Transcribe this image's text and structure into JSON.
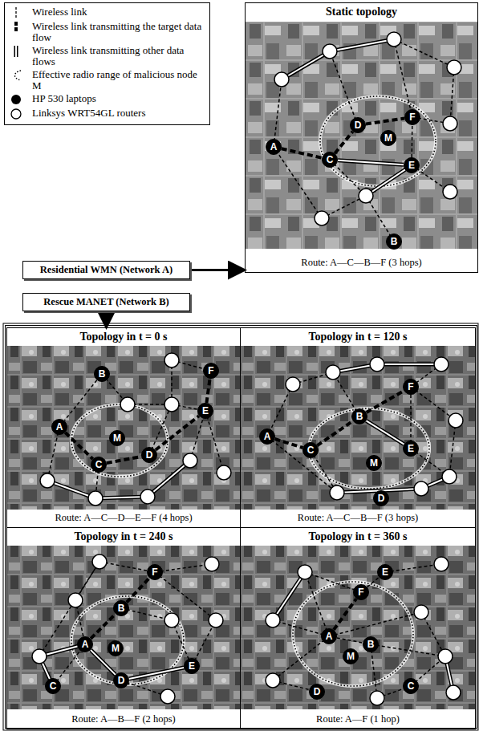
{
  "diagram": {
    "nodes": [
      {
        "text": [
          "Residential WMN (Network A)"
        ]
      },
      {
        "text": [
          "Rescue MANET (Network B)"
        ]
      },
      {
        "text": [
          "Static topology",
          "Route: A—C—B—F (3 hops)"
        ]
      },
      {
        "text": [
          "A"
        ],
        "in": 2
      },
      {
        "text": [
          "C"
        ],
        "in": 2
      },
      {
        "text": [
          "D"
        ],
        "in": 2
      },
      {
        "text": [
          "F"
        ],
        "in": 2
      },
      {
        "text": [
          "M"
        ],
        "in": 2
      },
      {
        "text": [
          "E"
        ],
        "in": 2
      },
      {
        "text": [
          "B"
        ],
        "in": 2
      },
      {
        "text": [
          "Topology in t = 0 s",
          "Route: A—C—D—E—F (4 hops)"
        ]
      },
      {
        "text": [
          "B"
        ],
        "in": 10
      },
      {
        "text": [
          "A"
        ],
        "in": 10
      },
      {
        "text": [
          "M"
        ],
        "in": 10
      },
      {
        "text": [
          "C"
        ],
        "in": 10
      },
      {
        "text": [
          "D"
        ],
        "in": 10
      },
      {
        "text": [
          "E"
        ],
        "in": 10
      },
      {
        "text": [
          "F"
        ],
        "in": 10
      },
      {
        "text": [
          "Topology in t = 120 s",
          "Route: A—C—B—F (3 hops)"
        ]
      },
      {
        "text": [
          "A"
        ],
        "in": 18
      },
      {
        "text": [
          "C"
        ],
        "in": 18
      },
      {
        "text": [
          "B"
        ],
        "in": 18
      },
      {
        "text": [
          "F"
        ],
        "in": 18
      },
      {
        "text": [
          "M"
        ],
        "in": 18
      },
      {
        "text": [
          "E"
        ],
        "in": 18
      },
      {
        "text": [
          "D"
        ],
        "in": 18
      },
      {
        "text": [
          "Topology in t = 240 s",
          "Route: A—B—F (2 hops)"
        ]
      },
      {
        "text": [
          "F"
        ],
        "in": 26
      },
      {
        "text": [
          "B"
        ],
        "in": 26
      },
      {
        "text": [
          "A"
        ],
        "in": 26
      },
      {
        "text": [
          "M"
        ],
        "in": 26
      },
      {
        "text": [
          "E"
        ],
        "in": 26
      },
      {
        "text": [
          "D"
        ],
        "in": 26
      },
      {
        "text": [
          "C"
        ],
        "in": 26
      },
      {
        "text": [
          "Topology in t = 360 s",
          "Route: A—F (1 hop)"
        ]
      },
      {
        "text": [
          "E"
        ],
        "in": 34
      },
      {
        "text": [
          "F"
        ],
        "in": 34
      },
      {
        "text": [
          "A"
        ],
        "in": 34
      },
      {
        "text": [
          "B"
        ],
        "in": 34
      },
      {
        "text": [
          "M"
        ],
        "in": 34
      },
      {
        "text": [
          "D"
        ],
        "in": 34
      },
      {
        "text": [
          "C"
        ],
        "in": 34
      }
    ],
    "edges": [
      {
        "from": 0,
        "to": 2,
        "arrow": "to"
      },
      {
        "from": 1,
        "to": 10,
        "arrow": "to"
      },
      {
        "from": 3,
        "to": 4,
        "arrow": "none"
      },
      {
        "from": 4,
        "to": 5,
        "arrow": "none"
      },
      {
        "from": 5,
        "to": 6,
        "arrow": "none"
      },
      {
        "from": 4,
        "to": 8,
        "arrow": "none"
      },
      {
        "from": 8,
        "to": 6,
        "arrow": "none"
      },
      {
        "from": 12,
        "to": 14,
        "arrow": "none"
      },
      {
        "from": 14,
        "to": 15,
        "arrow": "none"
      },
      {
        "from": 15,
        "to": 16,
        "arrow": "none"
      },
      {
        "from": 16,
        "to": 17,
        "arrow": "none"
      },
      {
        "from": 11,
        "to": 12,
        "arrow": "none"
      },
      {
        "from": 19,
        "to": 20,
        "arrow": "none"
      },
      {
        "from": 20,
        "to": 21,
        "arrow": "none"
      },
      {
        "from": 21,
        "to": 22,
        "arrow": "none"
      },
      {
        "from": 22,
        "to": 24,
        "arrow": "none"
      },
      {
        "from": 21,
        "to": 24,
        "arrow": "none"
      },
      {
        "from": 29,
        "to": 28,
        "arrow": "none"
      },
      {
        "from": 28,
        "to": 27,
        "arrow": "none"
      },
      {
        "from": 29,
        "to": 32,
        "arrow": "none"
      },
      {
        "from": 32,
        "to": 31,
        "arrow": "none"
      },
      {
        "from": 37,
        "to": 36,
        "arrow": "none"
      },
      {
        "from": 36,
        "to": 35,
        "arrow": "none"
      },
      {
        "from": 37,
        "to": 38,
        "arrow": "none"
      }
    ],
    "legend": [
      {
        "text": "Wireless link"
      },
      {
        "text": "Wireless link transmitting the target data flow"
      },
      {
        "text": "Wireless link transmitting other data flows"
      },
      {
        "text": "Effective radio range of malicious node M"
      },
      {
        "text": "HP 530 laptops"
      },
      {
        "text": "Linksys WRT54GL routers"
      }
    ]
  }
}
